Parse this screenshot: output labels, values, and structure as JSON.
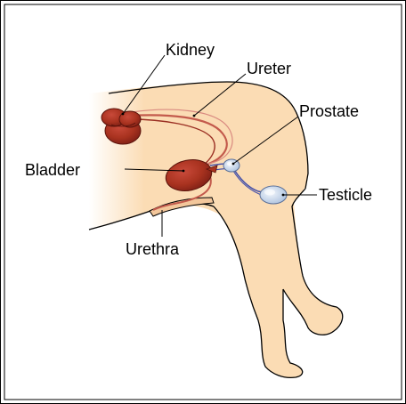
{
  "diagram": {
    "labels": {
      "kidney": "Kidney",
      "ureter": "Ureter",
      "prostate": "Prostate",
      "bladder": "Bladder",
      "testicle": "Testicle",
      "urethra": "Urethra"
    },
    "colors": {
      "body": "#fbdcb4",
      "organ": "#b23a2c",
      "organ_dark": "#7e1f15",
      "vessel": "#c35a4c",
      "duct": "#3d4aa8",
      "gland": "#c8d8ee",
      "outline": "#000000"
    }
  }
}
